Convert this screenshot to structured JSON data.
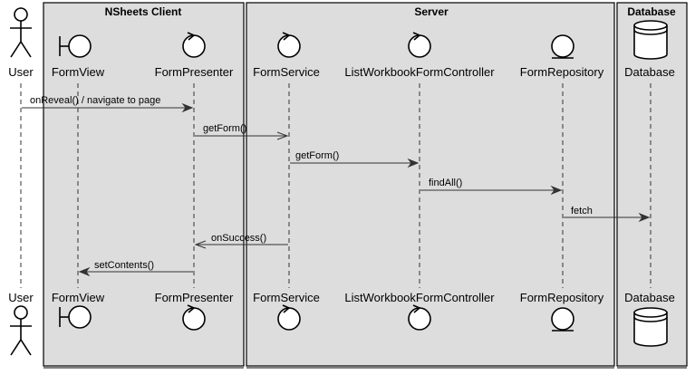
{
  "diagram": {
    "boxes": [
      {
        "id": "client",
        "title": "NSheets Client"
      },
      {
        "id": "server",
        "title": "Server"
      },
      {
        "id": "database",
        "title": "Database"
      }
    ],
    "participants": [
      {
        "id": "user",
        "label": "User",
        "kind": "actor"
      },
      {
        "id": "formview",
        "label": "FormView",
        "kind": "boundary"
      },
      {
        "id": "formpresenter",
        "label": "FormPresenter",
        "kind": "control"
      },
      {
        "id": "formservice",
        "label": "FormService",
        "kind": "control"
      },
      {
        "id": "controller",
        "label": "ListWorkbookFormController",
        "kind": "control"
      },
      {
        "id": "formrepository",
        "label": "FormRepository",
        "kind": "entity"
      },
      {
        "id": "database",
        "label": "Database",
        "kind": "database"
      }
    ],
    "messages": [
      {
        "from": "user",
        "to": "formpresenter",
        "label": "onReveal() / navigate to page",
        "style": "solid-sync"
      },
      {
        "from": "formpresenter",
        "to": "formservice",
        "label": "getForm()",
        "style": "solid-async"
      },
      {
        "from": "formservice",
        "to": "controller",
        "label": "getForm()",
        "style": "solid-sync"
      },
      {
        "from": "controller",
        "to": "formrepository",
        "label": "findAll()",
        "style": "solid-sync"
      },
      {
        "from": "formrepository",
        "to": "database",
        "label": "fetch",
        "style": "solid-sync"
      },
      {
        "from": "formservice",
        "to": "formpresenter",
        "label": "onSuccess()",
        "style": "solid-async"
      },
      {
        "from": "formpresenter",
        "to": "formview",
        "label": "setContents()",
        "style": "solid-sync"
      }
    ],
    "colors": {
      "box_fill": "#dddddd",
      "participant_fill": "#ffffff",
      "line": "#333333",
      "border": "#000000"
    }
  }
}
